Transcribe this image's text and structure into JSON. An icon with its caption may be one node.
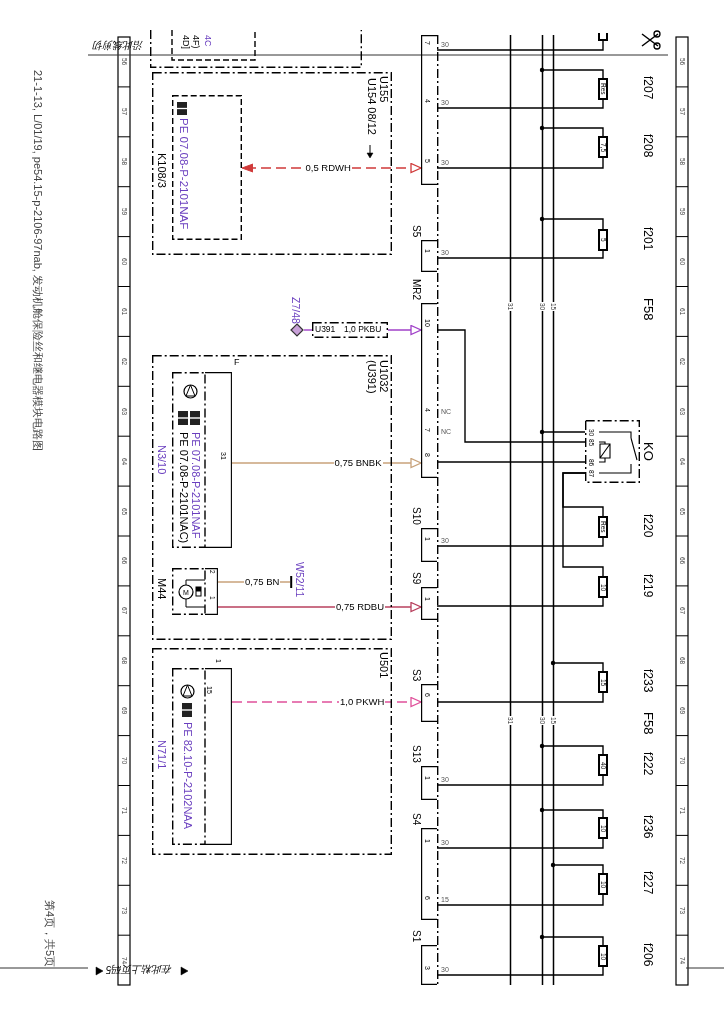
{
  "diagram": {
    "nodes": [
      {
        "text": [
          "4C",
          "4F)",
          "4D]"
        ]
      },
      {
        "text": [
          "U155",
          "U154 08/12"
        ]
      },
      {
        "text": [
          "PE 07.08-P-2101NAF",
          "K108/3"
        ],
        "in": 1
      },
      {
        "text": [
          "7",
          "4",
          "5"
        ],
        "beside": [
          "30",
          "30",
          "30"
        ]
      },
      {
        "text": [
          "S5",
          "1"
        ],
        "beside": [
          "30"
        ]
      },
      {
        "text": [
          "Z7/48"
        ]
      },
      {
        "text": [
          "U391",
          "1,0 PKBU"
        ]
      },
      {
        "text": [
          "MR2",
          "10",
          "4",
          "7",
          "8"
        ],
        "beside": [
          "NC",
          "NC"
        ]
      },
      {
        "text": [
          "U1032",
          "(U391)"
        ]
      },
      {
        "text": [
          "PE 07.08-P-2101NAF",
          "PE 07.08-P-2101NAC)",
          "N3/10",
          "F",
          "31"
        ],
        "in": 8
      },
      {
        "text": [
          "M44",
          "M",
          "2",
          "1"
        ],
        "in": 8
      },
      {
        "text": [
          "W52/11"
        ],
        "in": 8
      },
      {
        "text": [
          "S10",
          "1"
        ],
        "beside": [
          "30"
        ]
      },
      {
        "text": [
          "S9",
          "1"
        ]
      },
      {
        "text": [
          "U501"
        ]
      },
      {
        "text": [
          "PE 82.10-P-2102NAA",
          "N71/1",
          "1",
          "15"
        ],
        "in": 14
      },
      {
        "text": [
          "S3",
          "6"
        ]
      },
      {
        "text": [
          "S13",
          "1"
        ],
        "beside": [
          "30"
        ]
      },
      {
        "text": [
          "S4",
          "1",
          "6"
        ],
        "beside": [
          "30",
          "15"
        ]
      },
      {
        "text": [
          "S1",
          "3"
        ],
        "beside": [
          "30"
        ]
      },
      {
        "text": [
          "F58",
          "F58"
        ]
      },
      {
        "text": [
          "Res"
        ],
        "beside": [
          "f207"
        ],
        "in": 20
      },
      {
        "text": [
          "7,5"
        ],
        "beside": [
          "f208"
        ],
        "in": 20
      },
      {
        "text": [
          "5"
        ],
        "beside": [
          "f201"
        ],
        "in": 20
      },
      {
        "text": [
          "30",
          "85",
          "86",
          "87"
        ],
        "beside": [
          "KO"
        ],
        "in": 20
      },
      {
        "text": [
          "Res"
        ],
        "beside": [
          "f220"
        ],
        "in": 20
      },
      {
        "text": [
          "10"
        ],
        "beside": [
          "f219"
        ],
        "in": 20
      },
      {
        "text": [
          "15"
        ],
        "beside": [
          "f233"
        ],
        "in": 20
      },
      {
        "text": [
          "40"
        ],
        "beside": [
          "f222"
        ],
        "in": 20
      },
      {
        "text": [
          "10"
        ],
        "beside": [
          "f236"
        ],
        "in": 20
      },
      {
        "text": [
          "10"
        ],
        "beside": [
          "f227"
        ],
        "in": 20
      },
      {
        "text": [
          "10"
        ],
        "beside": [
          "f206"
        ],
        "in": 20
      },
      {
        "text": [
          "31",
          "31"
        ],
        "in": 20
      },
      {
        "text": [
          "30",
          "30"
        ],
        "in": 20
      },
      {
        "text": [
          "15",
          "15"
        ],
        "in": 20
      },
      {
        "text": [],
        "shape": "box",
        "in": 20
      }
    ],
    "edges": [
      {
        "from": 3,
        "to": 2,
        "arrow": "both",
        "label": "0,5 RDWH",
        "style": "dashed",
        "color": "#d03a3a"
      },
      {
        "from": 5,
        "to": 6,
        "arrow": "none",
        "color": "#a040c8"
      },
      {
        "from": 6,
        "to": 7,
        "arrow": "to",
        "color": "#a040c8"
      },
      {
        "from": 9,
        "to": 7,
        "arrow": "to",
        "label": "0,75 BNBK",
        "color": "#c8a27a"
      },
      {
        "from": 10,
        "to": 11,
        "arrow": "none",
        "label": "0,75 BN",
        "color": "#c8a27a"
      },
      {
        "from": 10,
        "to": 13,
        "arrow": "to",
        "label": "0,75 RDBU",
        "color": "#b8405e"
      },
      {
        "from": 15,
        "to": 16,
        "arrow": "to",
        "label": "1,0 PKWH",
        "style": "dashed",
        "color": "#e0509a"
      },
      {
        "from": 3,
        "to": 21,
        "arrow": "none"
      },
      {
        "from": 3,
        "to": 22,
        "arrow": "none"
      },
      {
        "from": 4,
        "to": 23,
        "arrow": "none"
      },
      {
        "from": 7,
        "to": 24,
        "arrow": "none"
      },
      {
        "from": 7,
        "to": 24,
        "arrow": "none"
      },
      {
        "from": 24,
        "to": 25,
        "arrow": "none"
      },
      {
        "from": 24,
        "to": 26,
        "arrow": "none"
      },
      {
        "from": 12,
        "to": 25,
        "arrow": "none"
      },
      {
        "from": 13,
        "to": 26,
        "arrow": "none"
      },
      {
        "from": 16,
        "to": 27,
        "arrow": "none"
      },
      {
        "from": 17,
        "to": 28,
        "arrow": "none"
      },
      {
        "from": 18,
        "to": 29,
        "arrow": "none"
      },
      {
        "from": 18,
        "to": 30,
        "arrow": "none"
      },
      {
        "from": 19,
        "to": 31,
        "arrow": "none"
      },
      {
        "from": 3,
        "to": 35,
        "arrow": "none"
      },
      {
        "from": 33,
        "to": 21,
        "arrow": "other"
      },
      {
        "from": 33,
        "to": 22,
        "arrow": "other"
      },
      {
        "from": 33,
        "to": 23,
        "arrow": "other"
      },
      {
        "from": 33,
        "to": 24,
        "arrow": "other"
      },
      {
        "from": 34,
        "to": 27,
        "arrow": "other"
      },
      {
        "from": 33,
        "to": 28,
        "arrow": "other"
      },
      {
        "from": 33,
        "to": 29,
        "arrow": "other"
      },
      {
        "from": 34,
        "to": 30,
        "arrow": "other"
      },
      {
        "from": 33,
        "to": 31,
        "arrow": "other"
      }
    ],
    "labels": [
      "21-1-13, L/01/19, pe54.15-p-2106-97nab, 发动机舱保险丝和继电器模块电路图",
      "沿此线剪切",
      "在此粘上页码5",
      "第4页，共5页",
      "56",
      "57",
      "58",
      "59",
      "60",
      "61",
      "62",
      "63",
      "64",
      "65",
      "66",
      "67",
      "68",
      "69",
      "70",
      "71",
      "72",
      "73",
      "74",
      "56",
      "57",
      "58",
      "59",
      "60",
      "61",
      "62",
      "63",
      "64",
      "65",
      "66",
      "67",
      "68",
      "69",
      "70",
      "71",
      "72",
      "73",
      "74"
    ]
  }
}
